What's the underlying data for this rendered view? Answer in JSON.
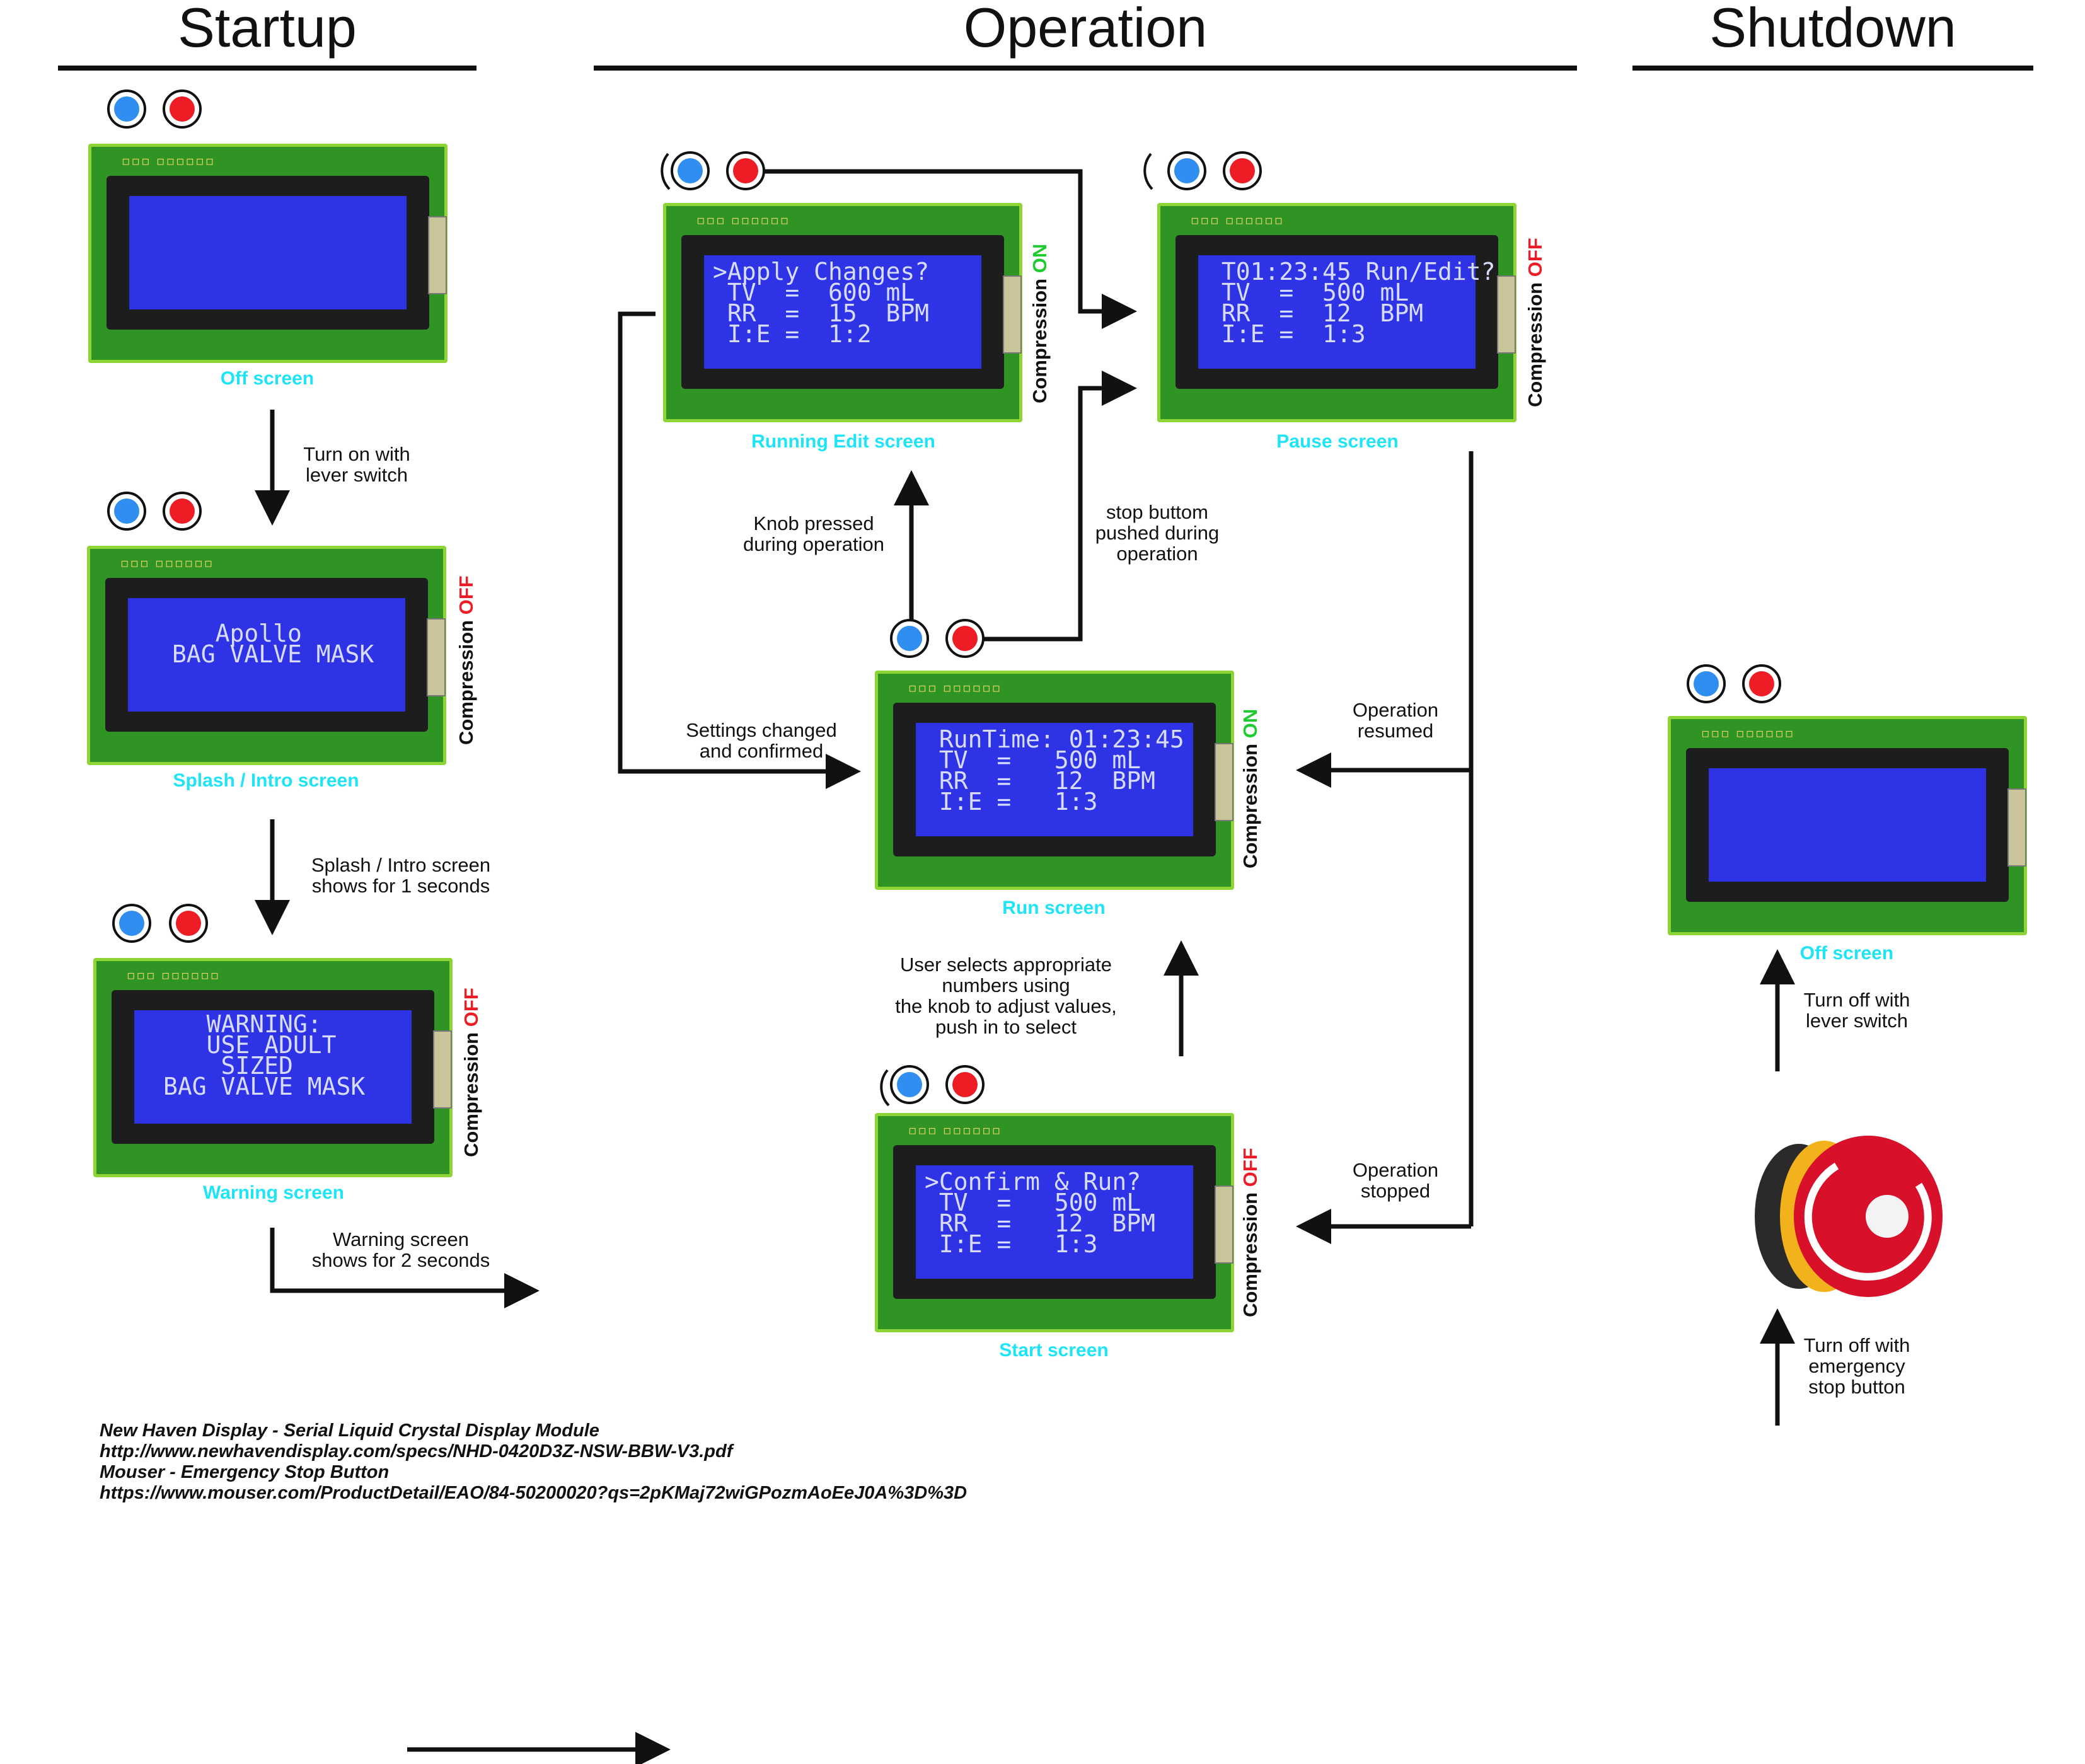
{
  "sections": {
    "startup": "Startup",
    "operation": "Operation",
    "shutdown": "Shutdown"
  },
  "screens": {
    "off_startup": {
      "label": "Off screen",
      "lines": ""
    },
    "splash": {
      "label": "Splash / Intro screen",
      "lines": "   Apollo\nBAG VALVE MASK",
      "compression": "Compression ",
      "state": "OFF"
    },
    "warning": {
      "label": "Warning screen",
      "lines": "   WARNING:\n   USE ADULT\n    SIZED\nBAG VALVE MASK",
      "compression": "Compression ",
      "state": "OFF"
    },
    "running_edit": {
      "label": "Running Edit screen",
      "lines": ">Apply Changes?\n TV  =  600 mL\n RR  =  15  BPM\n I:E =  1:2",
      "compression": "Compression ",
      "state": "ON"
    },
    "pause": {
      "label": "Pause screen",
      "lines": " T01:23:45 Run/Edit?\n TV  =  500 mL\n RR  =  12  BPM\n I:E =  1:3",
      "compression": "Compression ",
      "state": "OFF"
    },
    "run": {
      "label": "Run screen",
      "lines": " RunTime: 01:23:45\n TV  =   500 mL\n RR  =   12  BPM\n I:E =   1:3",
      "compression": "Compression ",
      "state": "ON"
    },
    "start": {
      "label": "Start screen",
      "lines": ">Confirm & Run?\n TV  =   500 mL\n RR  =   12  BPM\n I:E =   1:3",
      "compression": "Compression ",
      "state": "OFF"
    },
    "off_shutdown": {
      "label": "Off screen",
      "lines": ""
    }
  },
  "notes": {
    "turn_on": "Turn on with\nlever switch",
    "splash_time": "Splash / Intro screen\nshows for 1 seconds",
    "warning_time": "Warning screen\nshows for 2 seconds",
    "knob_pressed": "Knob pressed\nduring operation",
    "stop_pushed": "stop buttom\npushed during\noperation",
    "settings_changed": "Settings changed\nand confirmed",
    "op_resumed": "Operation\nresumed",
    "op_stopped": "Operation\nstopped",
    "user_selects": "User selects appropriate\nnumbers using\nthe knob to adjust values,\npush in to select",
    "turn_off_lever": "Turn off with\nlever switch",
    "turn_off_estop": "Turn off with\nemergency\nstop button"
  },
  "references": [
    "New Haven Display - Serial Liquid Crystal Display Module",
    "http://www.newhavendisplay.com/specs/NHD-0420D3Z-NSW-BBW-V3.pdf",
    "Mouser - Emergency Stop Button",
    "https://www.mouser.com/ProductDetail/EAO/84-50200020?qs=2pKMaj72wiGPozmAoEeJ0A%3D%3D"
  ],
  "icons": {
    "button_left": "blue-knob-button",
    "button_right": "red-stop-button",
    "rotate": "rotate-knob-icon",
    "emergency": "emergency-stop-button"
  },
  "colors": {
    "screen_label": "#1ee4f5",
    "state_on": "#1ecb2e",
    "state_off": "#ee1c24",
    "lcd_glass": "#2f33e6",
    "pcb": "#2f9424",
    "knob": "#2f8ef0",
    "stop": "#ee1c24"
  }
}
